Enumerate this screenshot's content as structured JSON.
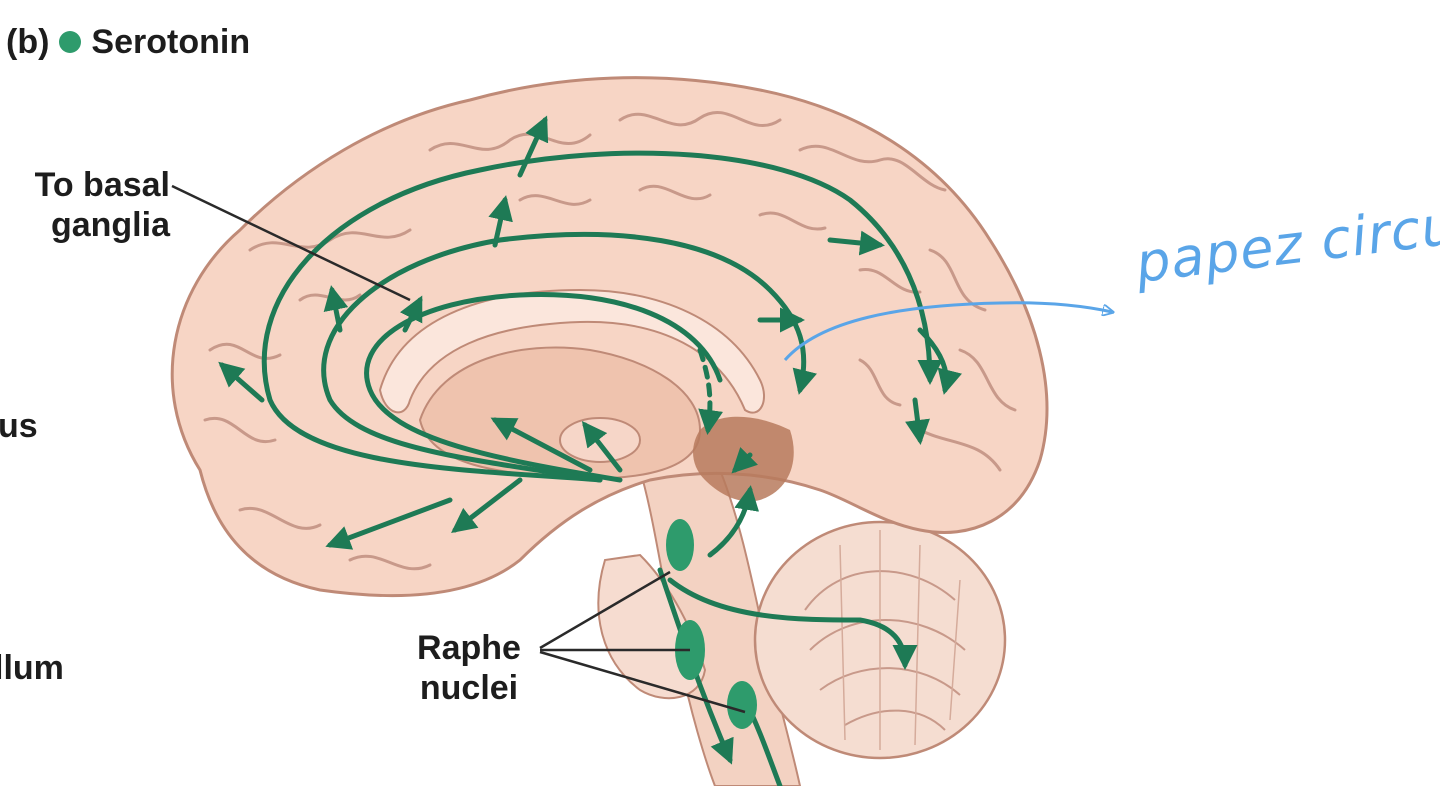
{
  "figure": {
    "panel_label": "(b)",
    "legend_label": "Serotonin",
    "legend_color": "#2e9b6c",
    "pathway_color": "#1e7a55",
    "tissue_color": "#f6d3c3",
    "tissue_outline": "#bf8a77",
    "deep_color": "#c89880",
    "brainstem_dark": "#a87155"
  },
  "labels": {
    "to_basal": [
      "To basal",
      "ganglia"
    ],
    "raphe": [
      "Raphe",
      "nuclei"
    ],
    "cut_left_1": "us",
    "cut_left_2": "llum"
  },
  "annotation": {
    "text": "papez circuit",
    "color": "#5aa5e8"
  }
}
